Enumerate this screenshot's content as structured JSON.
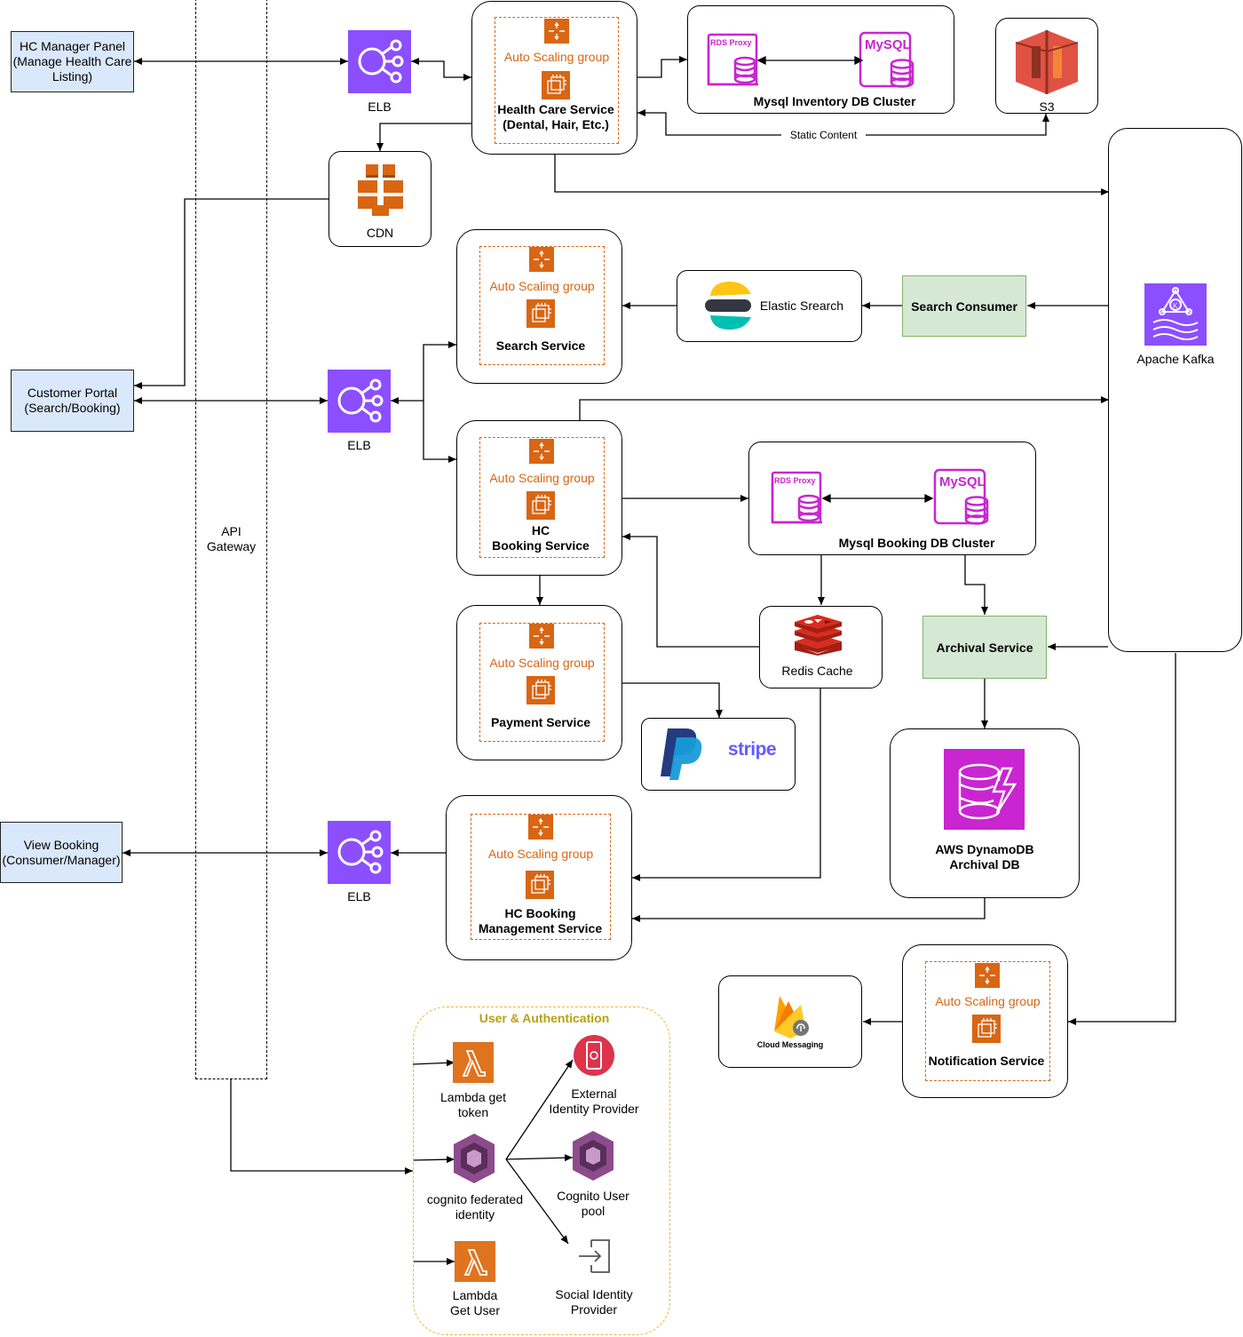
{
  "clients": {
    "hc_manager": "HC Manager Panel\n(Manage Health Care\nListing)",
    "customer_portal": "Customer Portal\n(Search/Booking)",
    "view_booking": "View Booking\n(Consumer/Manager)"
  },
  "api_gateway": "API\nGateway",
  "elb_label": "ELB",
  "cdn_label": "CDN",
  "asg_label": "Auto Scaling group",
  "services": {
    "health_care": "Health Care Service\n(Dental, Hair, Etc.)",
    "search": "Search Service",
    "hc_booking": "HC\nBooking Service",
    "payment": "Payment Service",
    "booking_mgmt": "HC Booking\nManagement Service",
    "notification": "Notification Service"
  },
  "databases": {
    "inventory": "Mysql Inventory DB Cluster",
    "booking": "Mysql Booking DB Cluster",
    "rds_proxy": "RDS Proxy",
    "mysql": "MySQL",
    "s3": "S3",
    "static_content": "Static Content",
    "dynamo": "AWS DynamoDB\nArchival DB"
  },
  "search_stack": {
    "elastic": "Elastic Srearch",
    "consumer": "Search Consumer"
  },
  "kafka": "Apache Kafka",
  "redis": "Redis Cache",
  "archival": "Archival Service",
  "payment_providers": {
    "stripe": "stripe"
  },
  "cloud_messaging": "Cloud Messaging",
  "auth": {
    "title": "User & Authentication",
    "lambda_token": "Lambda get\ntoken",
    "cognito_fed": "cognito federated\nidentity",
    "lambda_user": "Lambda\nGet User",
    "external_idp": "External\nIdentity Provider",
    "user_pool": "Cognito User\npool",
    "social_idp": "Social Identity\nProvider"
  },
  "colors": {
    "client_fill": "#dae8fc",
    "consumer_fill": "#d5e8d4",
    "aws_orange": "#d86613",
    "elb_purple": "#8c4fff",
    "rds_magenta": "#c925d1",
    "auth_border": "#e6b935"
  },
  "icons": [
    "load-balancer-icon",
    "cdn-icon",
    "s3-icon",
    "rds-proxy-icon",
    "mysql-icon",
    "kafka-icon",
    "elasticsearch-icon",
    "redis-icon",
    "paypal-icon",
    "dynamodb-icon",
    "firebase-icon",
    "lambda-icon",
    "cognito-icon",
    "mobile-identity-icon",
    "login-door-icon",
    "autoscaling-icon",
    "ec2-instance-icon"
  ]
}
